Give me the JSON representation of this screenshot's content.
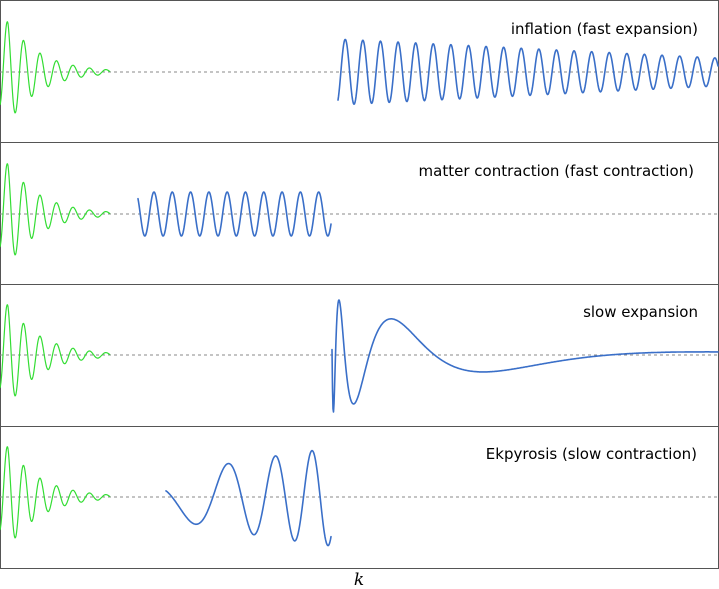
{
  "colors": {
    "reference_wave": "#33dd33",
    "mode_wave": "#3a6fc8",
    "frame": "#555555",
    "baseline": "#8a8a8a"
  },
  "panels": [
    {
      "label": "inflation (fast expansion)",
      "mode": "inflation"
    },
    {
      "label": "matter contraction (fast contraction)",
      "mode": "matter"
    },
    {
      "label": "slow expansion",
      "mode": "slow-expansion"
    },
    {
      "label": "Ekpyrosis (slow contraction)",
      "mode": "ekpyrosis"
    }
  ],
  "axis": {
    "xlabel": "k"
  }
}
